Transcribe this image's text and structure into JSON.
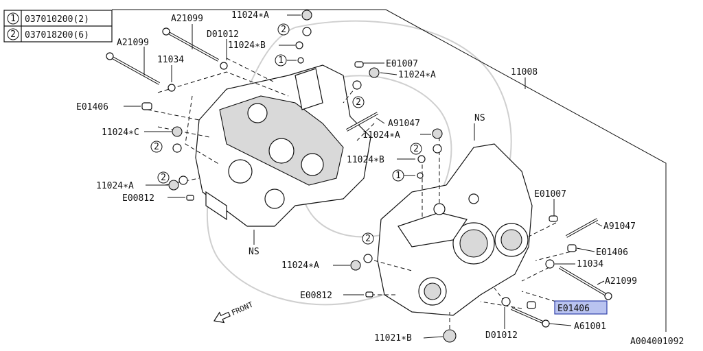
{
  "legend": [
    {
      "num": "1",
      "code": "037010200(2)"
    },
    {
      "num": "2",
      "code": "037018200(6)"
    }
  ],
  "labels": {
    "a21099_top": "A21099",
    "a21099_left": "A21099",
    "a21099_right": "A21099",
    "n11024a_top": "11024∗A",
    "n11024b_top": "11024∗B",
    "d01012_top": "D01012",
    "d01012_bottom": "D01012",
    "n11034_left": "11034",
    "n11034_right": "11034",
    "e01007_top": "E01007",
    "e01007_right": "E01007",
    "n11024a_upper_right": "11024∗A",
    "n11008": "11008",
    "e01406_left": "E01406",
    "e01406_right": "E01406",
    "e01406_highlight": "E01406",
    "a91047_top": "A91047",
    "a91047_right": "A91047",
    "n11024c": "11024∗C",
    "ns_top": "NS",
    "ns_bottom": "NS",
    "n11024a_mid": "11024∗A",
    "n11024b_mid": "11024∗B",
    "n11024a_left": "11024∗A",
    "e00812_left": "E00812",
    "e00812_bottom": "E00812",
    "n11024a_bottom": "11024∗A",
    "n11021b": "11021∗B",
    "a61001": "A61001",
    "diagram_id": "A004001092",
    "front": "FRONT"
  },
  "callouts": {
    "c1": "1",
    "c2": "2"
  },
  "colors": {
    "highlight": "#b9c3f0",
    "highlight_border": "#2f3fa8",
    "line": "#111111"
  }
}
